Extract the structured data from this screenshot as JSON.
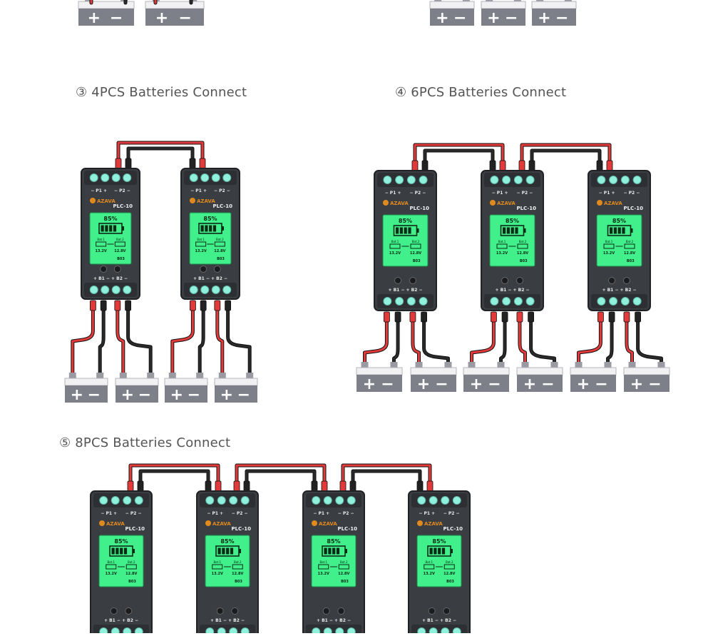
{
  "sections": {
    "s3": "③  4PCS Batteries Connect",
    "s4": "④  6PCS Batteries Connect",
    "s5": "⑤ 8PCS Batteries Connect"
  },
  "device": {
    "brand": "AZAVA",
    "model": "PLC-10",
    "percent": "85%",
    "bat1_label": "Bat.1",
    "bat2_label": "Bat.2",
    "bat1_voltage": "13.2V",
    "bat2_voltage": "12.8V",
    "code": "B03",
    "p1_label": "P1",
    "p2_label": "P2",
    "b1_label": "B1",
    "b2_label": "B2",
    "battery_level": 0.85
  },
  "battery": {
    "plus": "+",
    "minus": "−"
  },
  "colors": {
    "case": "#3a3d42",
    "case_edge": "#202225",
    "screen": "#41f08a",
    "terminal": "#8ff0dc",
    "wire_red": "#e23a3a",
    "wire_black": "#2a2a2a",
    "battery_body": "#7e8089",
    "battery_top": "#f1f1f3",
    "brand": "#e08a1e"
  }
}
